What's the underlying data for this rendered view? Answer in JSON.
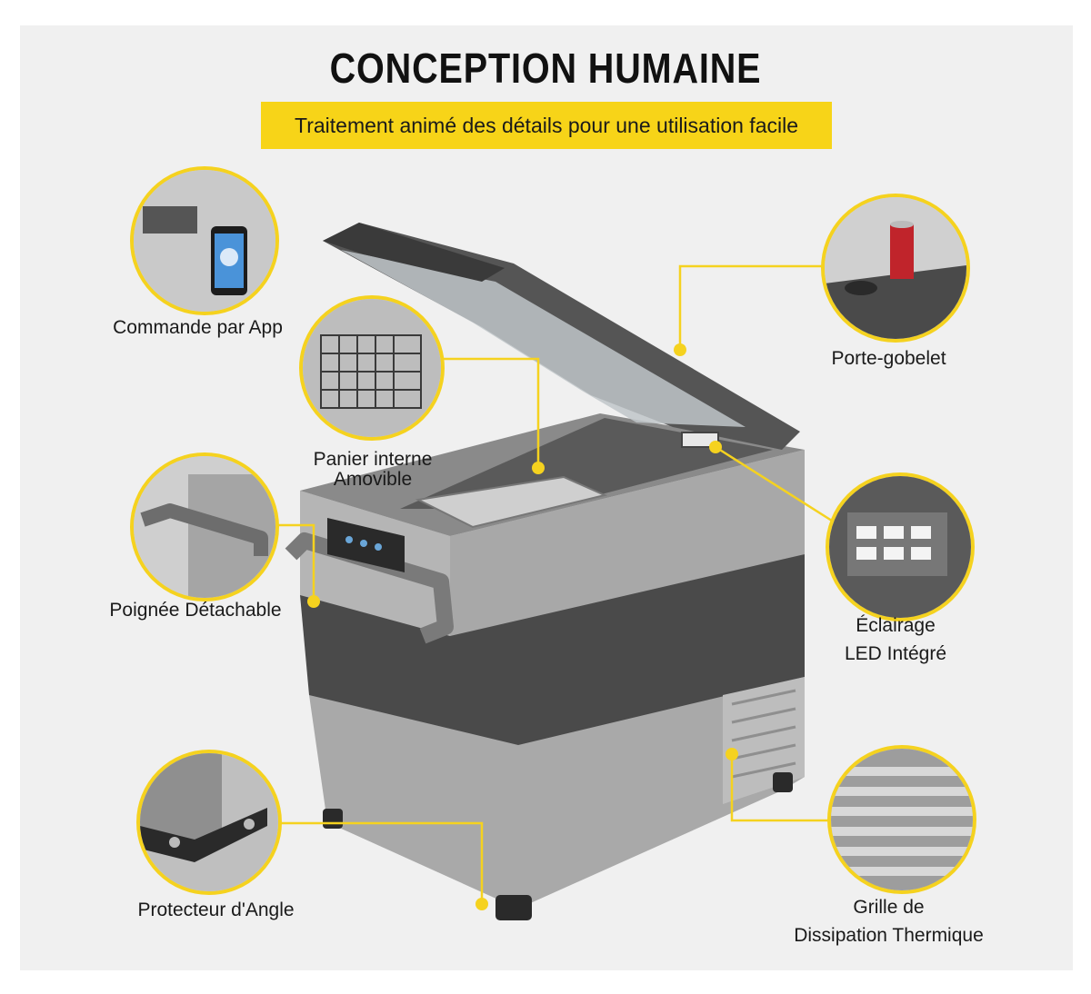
{
  "header": {
    "title": "CONCEPTION HUMAINE",
    "subtitle": "Traitement animé des détails pour une utilisation facile"
  },
  "features": {
    "app_control": "Commande par App",
    "cup_holder": "Porte-gobelet",
    "basket_line1": "Panier interne",
    "basket_line2": "Amovible",
    "handle": "Poignée Détachable",
    "led_line1": "Éclairage",
    "led_line2": "LED Intégré",
    "corner": "Protecteur d'Angle",
    "grille_line1": "Grille de",
    "grille_line2": "Dissipation Thermique"
  },
  "colors": {
    "accent": "#f5d21f",
    "background": "#f0f0f0",
    "body_light": "#a7a7a7",
    "body_dark": "#4b4b4b"
  },
  "icons": {
    "app": "smartphone-icon",
    "cup": "can-icon",
    "basket": "wire-basket-icon",
    "handle": "handle-icon",
    "led": "led-icon",
    "corner": "corner-bumper-icon",
    "grille": "vent-grille-icon"
  }
}
